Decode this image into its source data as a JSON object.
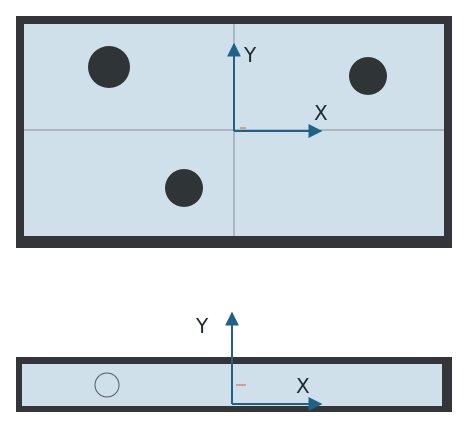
{
  "colors": {
    "plate_fill": "#cfe0ea",
    "plate_border": "#333538",
    "hole_fill": "#2f3436",
    "axis": "#1f6288",
    "grid": "#8a8f95",
    "origin_marker": "#e05050"
  },
  "top_view": {
    "axes": {
      "x_label": "X",
      "y_label": "Y"
    },
    "holes": [
      {
        "name": "hole-top-left"
      },
      {
        "name": "hole-top-right"
      },
      {
        "name": "hole-bottom-center"
      }
    ]
  },
  "side_view": {
    "axes": {
      "x_label": "X",
      "y_label": "Y"
    },
    "hidden_hole": {
      "name": "hidden-hole-outline"
    }
  }
}
